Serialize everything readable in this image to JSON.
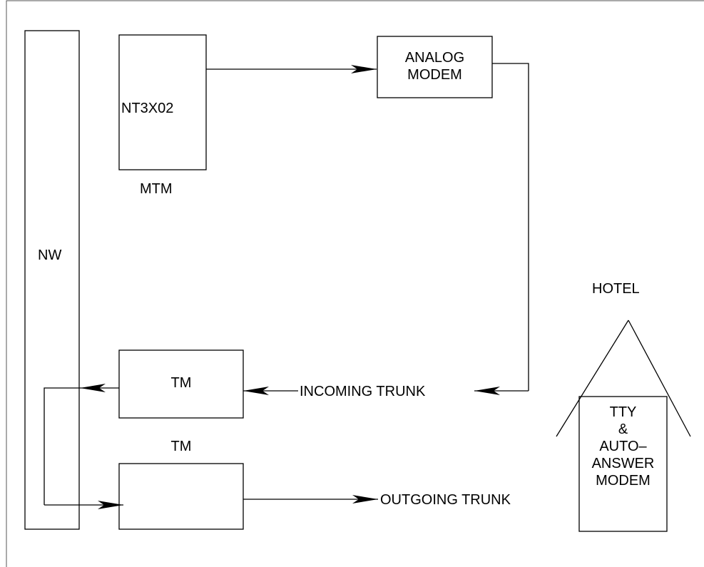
{
  "diagram": {
    "nw_label": "NW",
    "mtm_card_label": "NT3X02",
    "mtm_label": "MTM",
    "analog_modem_line1": "ANALOG",
    "analog_modem_line2": "MODEM",
    "tm_upper_label": "TM",
    "tm_lower_label": "TM",
    "incoming_trunk_label": "INCOMING TRUNK",
    "outgoing_trunk_label": "OUTGOING TRUNK",
    "hotel_label": "HOTEL",
    "tty_line1": "TTY",
    "tty_line2": "&",
    "tty_line3": "AUTO–",
    "tty_line4": "ANSWER",
    "tty_line5": "MODEM"
  }
}
